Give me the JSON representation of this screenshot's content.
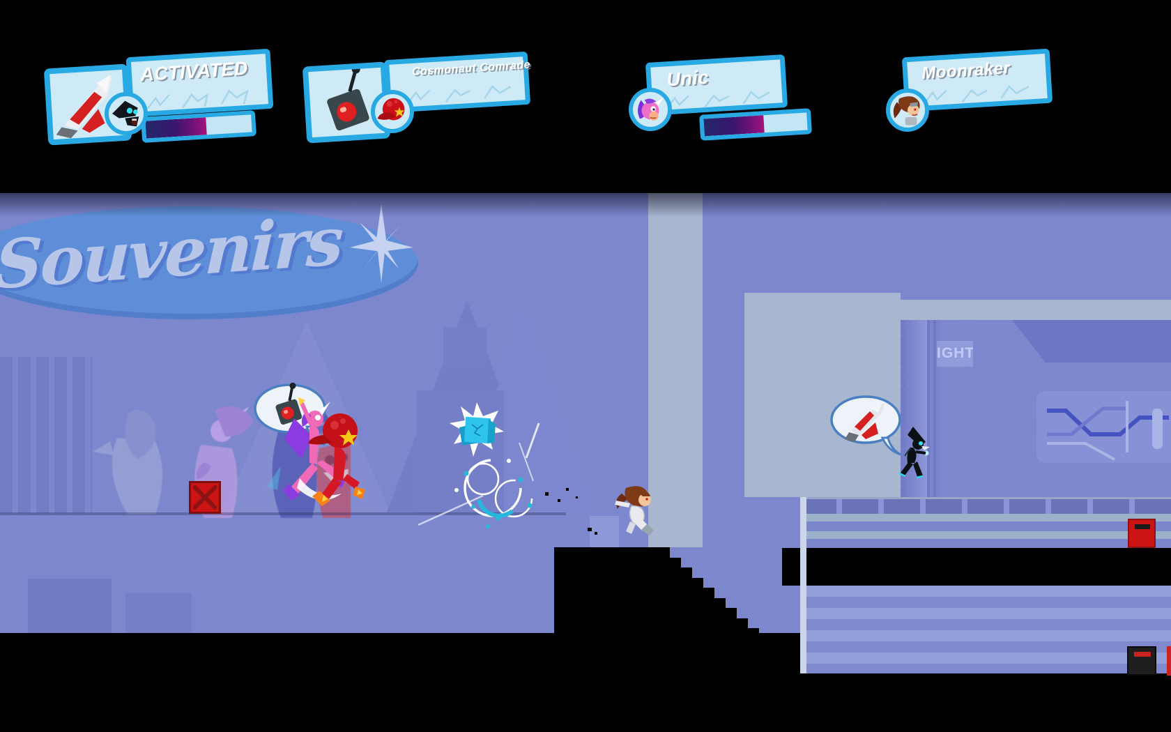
{
  "hud": {
    "cards": [
      {
        "name": "ACTIVATED",
        "avatar": "falcon",
        "item": "rocket",
        "progress_pct": 57
      },
      {
        "name": "Cosmonaut Comrade",
        "avatar": "cosmonaut-hat",
        "item": "detonator",
        "progress_pct": 0
      },
      {
        "name": "Unic",
        "avatar": "unicorn",
        "item": "",
        "progress_pct": 58
      },
      {
        "name": "Moonraker",
        "avatar": "moonraker-girl",
        "item": "",
        "progress_pct": 0
      }
    ]
  },
  "scene": {
    "souvenirs_text": "Souvenirs",
    "light_sign_text": "IGHT",
    "bubbles": [
      {
        "item": "detonator"
      },
      {
        "item": "rocket"
      }
    ]
  },
  "colors": {
    "hud_border": "#29a9e3",
    "hud_panel": "#cfeaf7",
    "progress_colors": [
      "#23286a",
      "#3a1570",
      "#a3137f"
    ],
    "wall": "#7d87cd",
    "wall_light": "#a9b6cf",
    "sign_ellipse": "#5e8ed8",
    "crate_red": "#cc1414",
    "item_cube": "#2ec4ee"
  }
}
